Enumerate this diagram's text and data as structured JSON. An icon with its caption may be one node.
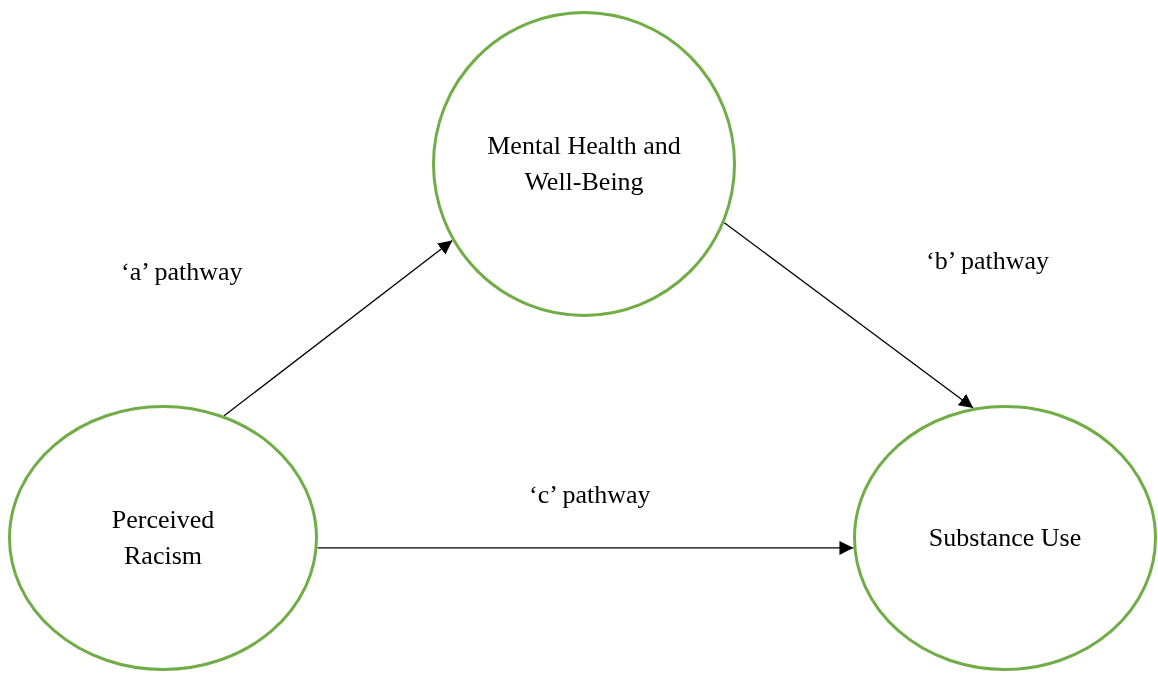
{
  "diagram": {
    "nodes": [
      {
        "text": [
          "Mental Health and Well-Being"
        ]
      },
      {
        "text": [
          "Perceived Racism"
        ]
      },
      {
        "text": [
          "Substance Use"
        ]
      }
    ],
    "edges": [
      {
        "from": 1,
        "to": 0,
        "arrow": "to",
        "label": "‘a’ pathway"
      },
      {
        "from": 0,
        "to": 2,
        "arrow": "to",
        "label": "‘b’ pathway"
      },
      {
        "from": 1,
        "to": 2,
        "arrow": "to",
        "label": "‘c’ pathway"
      }
    ]
  }
}
